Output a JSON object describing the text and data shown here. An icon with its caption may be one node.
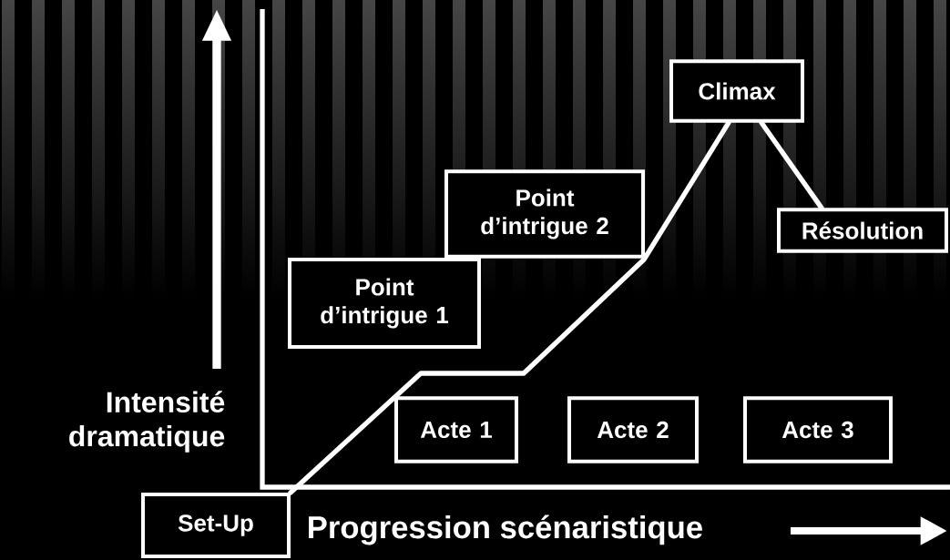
{
  "diagram": {
    "nodes": [
      {
        "text": [
          "Set-Up"
        ]
      },
      {
        "text": [
          "Point d’intrigue 1"
        ]
      },
      {
        "text": [
          "Point d’intrigue 2"
        ]
      },
      {
        "text": [
          "Climax"
        ]
      },
      {
        "text": [
          "Résolution"
        ]
      },
      {
        "text": [
          "Acte 1"
        ]
      },
      {
        "text": [
          "Acte 2"
        ]
      },
      {
        "text": [
          "Acte 3"
        ]
      }
    ],
    "edges": [
      {
        "from": 0,
        "to": 3,
        "arrow": "none"
      },
      {
        "from": 3,
        "to": 4,
        "arrow": "none"
      }
    ],
    "labels": [
      "Intensité dramatique",
      "Progression scénaristique"
    ]
  }
}
